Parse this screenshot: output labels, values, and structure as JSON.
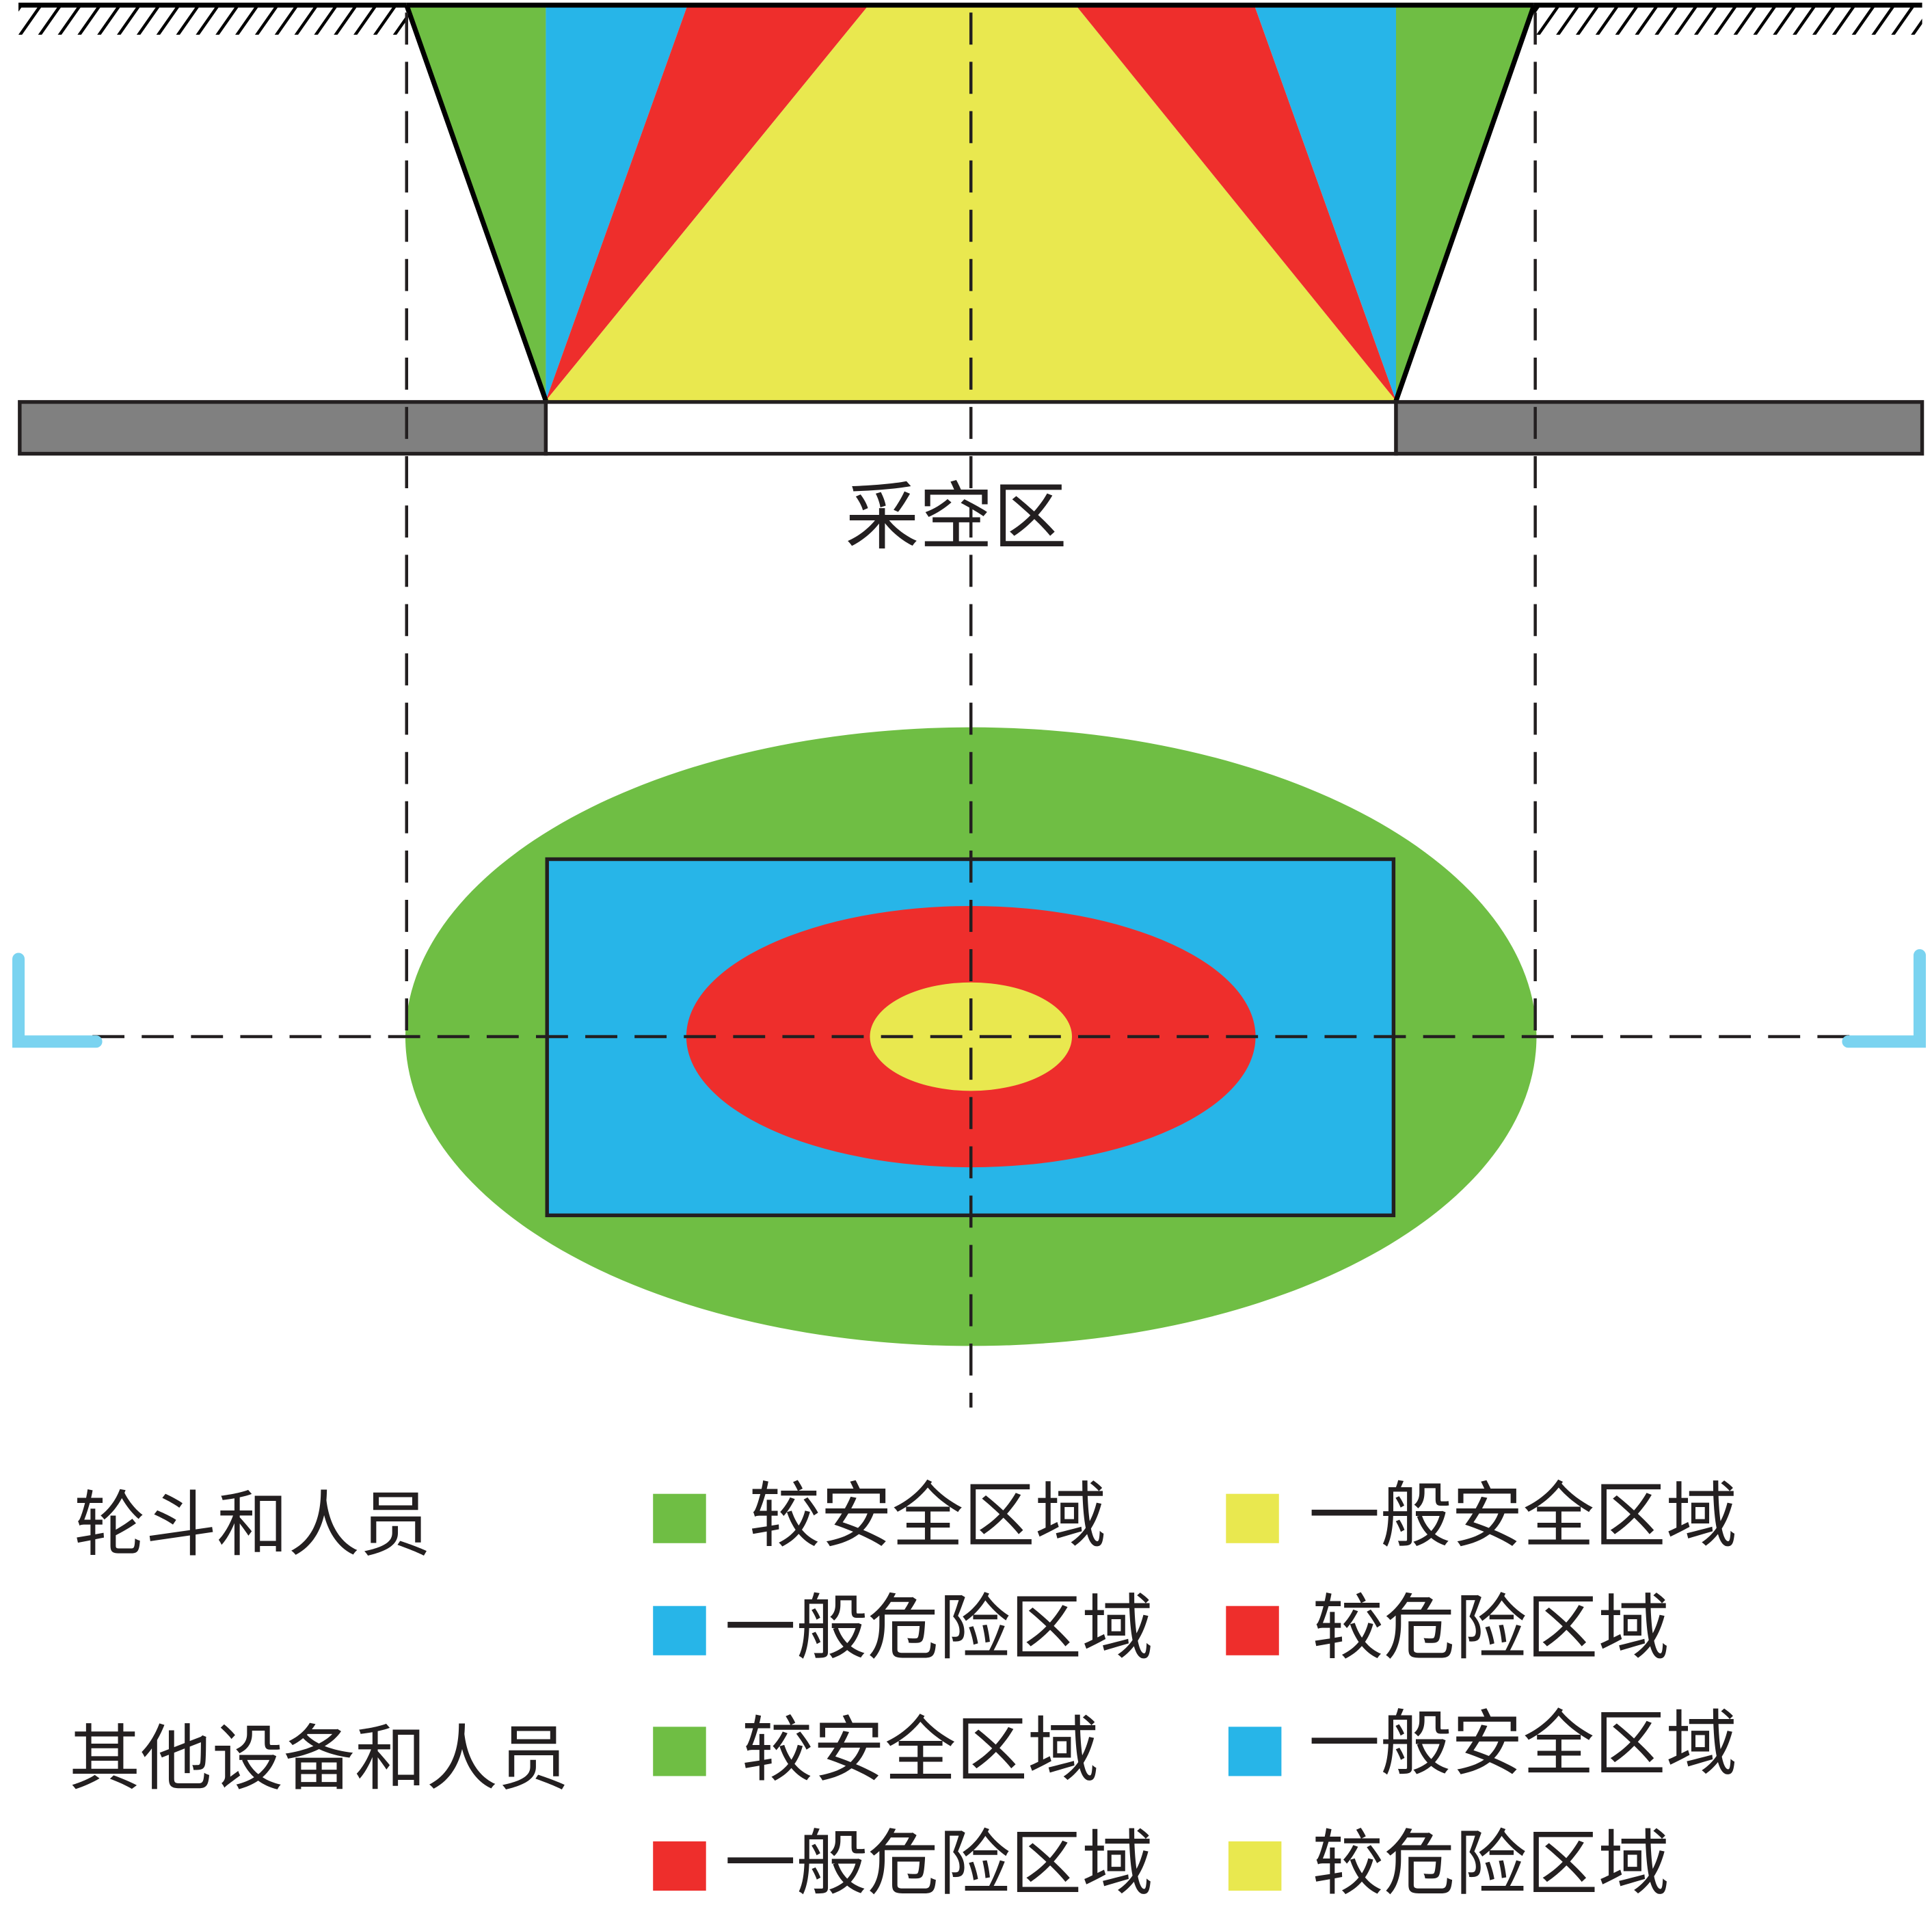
{
  "colors": {
    "green": "#6fbe44",
    "blue": "#27b5e8",
    "red": "#ee2e2c",
    "yellow": "#e9e84f",
    "seam_gray": "#808080",
    "marker_blue": "#7ad3f0"
  },
  "section": {
    "goaf_label": "采空区"
  },
  "legend": {
    "group1": {
      "title": "轮斗和人员",
      "items": [
        {
          "label": "较安全区域",
          "color": "#6fbe44"
        },
        {
          "label": "一般安全区域",
          "color": "#e9e84f"
        },
        {
          "label": "一般危险区域",
          "color": "#27b5e8"
        },
        {
          "label": "较危险区域",
          "color": "#ee2e2c"
        }
      ]
    },
    "group2": {
      "title": "其他设备和人员",
      "items": [
        {
          "label": "较安全区域",
          "color": "#6fbe44"
        },
        {
          "label": "一般安全区域",
          "color": "#27b5e8"
        },
        {
          "label": "一般危险区域",
          "color": "#ee2e2c"
        },
        {
          "label": "较危险区域",
          "color": "#e9e84f"
        }
      ]
    }
  }
}
